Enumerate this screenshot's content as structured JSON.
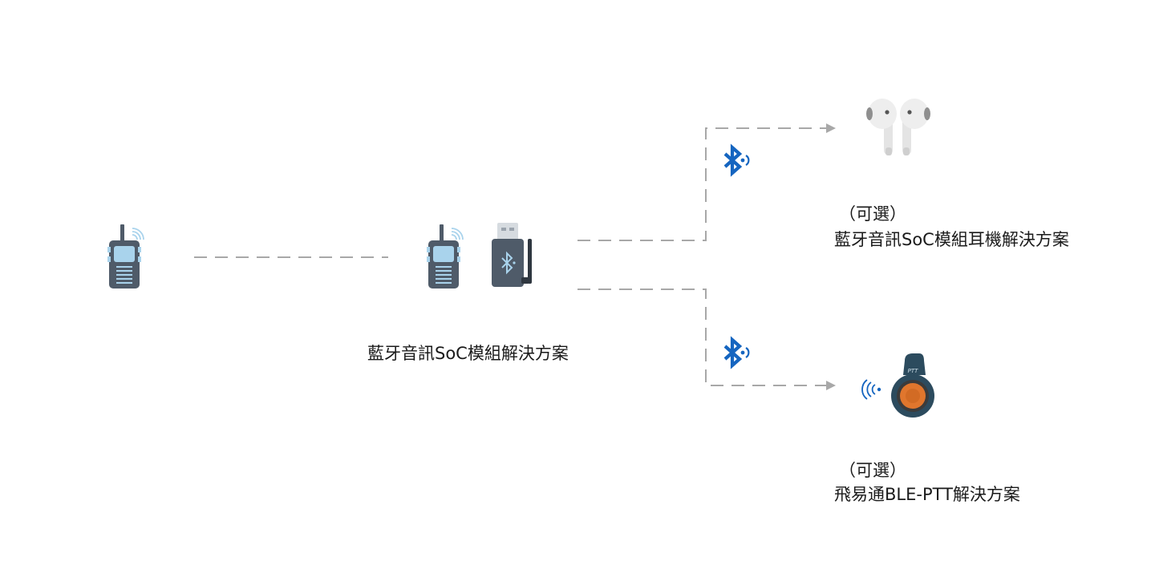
{
  "labels": {
    "center": "藍牙音訊SoC模組解決方案",
    "earbuds_option": "（可選）",
    "earbuds_name": "藍牙音訊SoC模組耳機解決方案",
    "ptt_option": "（可選）",
    "ptt_name": "飛易通BLE-PTT解決方案"
  },
  "ptt_button_text": "PTT",
  "icons": {
    "radio_left": "walkie-talkie-icon",
    "radio_center": "walkie-talkie-icon",
    "dongle": "bluetooth-usb-dongle-icon",
    "earbuds": "earbuds-icon",
    "ptt_button": "ptt-button-icon",
    "bt_top": "bluetooth-icon",
    "bt_bottom": "bluetooth-icon",
    "wireless_signal": "wireless-signal-icon"
  },
  "colors": {
    "bluetooth": "#1565c0",
    "dashed_line": "#a8a8a8",
    "radio_body": "#4f5b69",
    "radio_screen": "#a9d3ec",
    "ptt_body": "#2c4b5e",
    "ptt_button": "#e0762d"
  }
}
